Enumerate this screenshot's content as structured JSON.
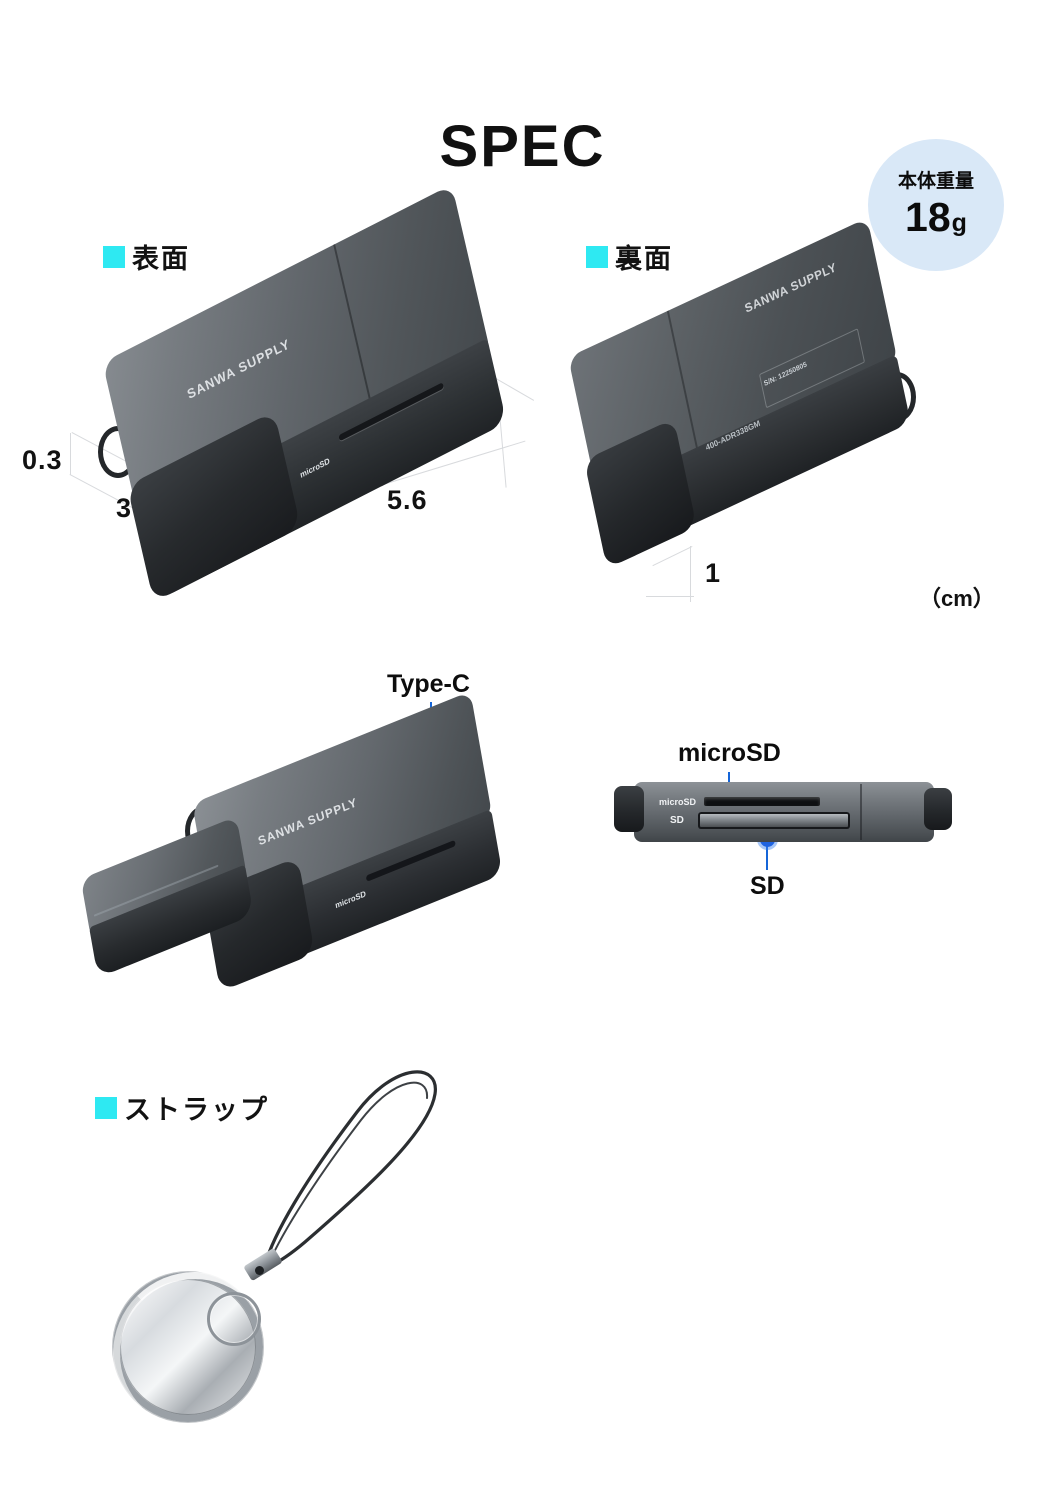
{
  "page": {
    "title": "SPEC",
    "unit_note": "（cm）",
    "background": "#ffffff"
  },
  "weight_badge": {
    "name": "本体重量",
    "value": "18",
    "unit": "g",
    "bg_color": "#d9e8f7"
  },
  "sections": {
    "front": {
      "label": "表面",
      "marker_color": "#2ee9f2"
    },
    "back": {
      "label": "裏面",
      "marker_color": "#2ee9f2"
    },
    "strap": {
      "label": "ストラップ",
      "marker_color": "#2ee9f2"
    }
  },
  "dimensions": {
    "thickness": "0.3",
    "width": "3",
    "length": "5.6",
    "back_thickness": "1",
    "unit": "（cm）"
  },
  "callouts": {
    "type_c": "Type-C",
    "microsd": "microSD",
    "sd": "SD",
    "line_color": "#1565d8",
    "dot_color": "#1f63e0"
  },
  "product": {
    "brand": "SANWA SUPPLY",
    "model_number": "400-ADR338GM",
    "serial": "S/N: 12250805",
    "slot_label_microsd": "microSD",
    "slot_label_sd": "SD",
    "front_slot_label": "microSD",
    "body_color": "#5c6166",
    "cap_color": "#24272a",
    "connector_color": "#cdbb9b"
  }
}
